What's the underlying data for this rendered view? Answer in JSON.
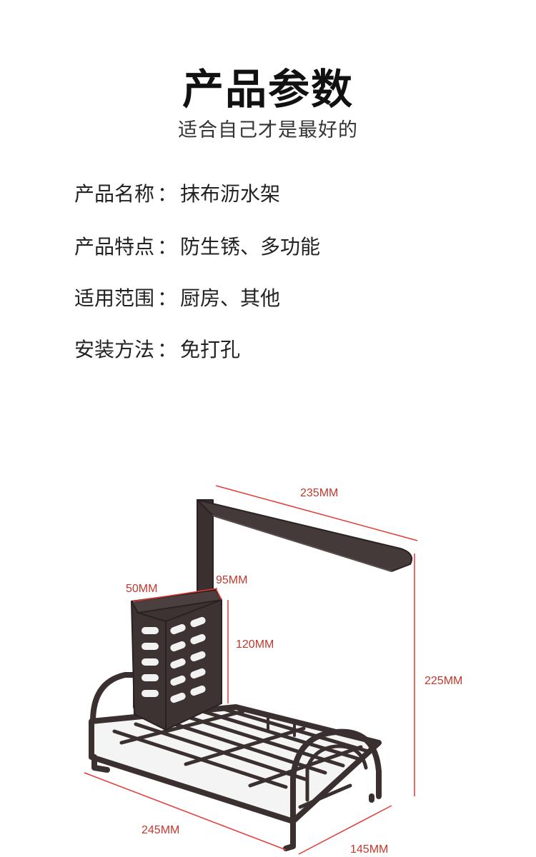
{
  "header": {
    "title": "产品参数",
    "subtitle": "适合自己才是最好的"
  },
  "specs": [
    {
      "label": "产品名称",
      "separator": "：",
      "value": "抹布沥水架"
    },
    {
      "label": "产品特点",
      "separator": "：",
      "value": "防生锈、多功能"
    },
    {
      "label": "适用范围",
      "separator": "：",
      "value": "厨房、其他"
    },
    {
      "label": "安装方法",
      "separator": "：",
      "value": "免打孔"
    }
  ],
  "dimensions": {
    "top_width": "235MM",
    "cup_width": "50MM",
    "cup_depth": "95MM",
    "cup_height": "120MM",
    "total_height": "225MM",
    "base_length": "245MM",
    "base_depth": "145MM"
  },
  "colors": {
    "dimension_line": "#e53935",
    "dimension_text": "#c0392b",
    "rack": "#3a3030"
  }
}
